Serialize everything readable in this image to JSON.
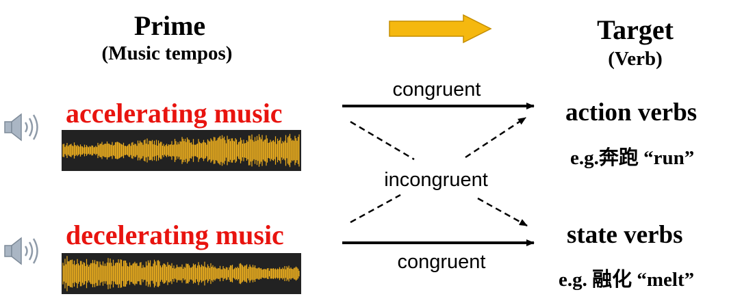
{
  "prime": {
    "title": "Prime",
    "subtitle": "(Music tempos)"
  },
  "target": {
    "title": "Target",
    "subtitle": "(Verb)"
  },
  "music": {
    "accelerating": "accelerating music",
    "decelerating": "decelerating music"
  },
  "verbs": {
    "action": {
      "label": "action verbs",
      "example": "e.g.奔跑 “run”"
    },
    "state": {
      "label": "state verbs",
      "example": "e.g. 融化 “melt”"
    }
  },
  "relations": {
    "top": "congruent",
    "middle": "incongruent",
    "bottom": "congruent"
  },
  "icons": {
    "speaker": "speaker-icon",
    "arrow": "arrow-right-icon"
  },
  "colors": {
    "music_label": "#e8140f",
    "waveform": "#f2b21e",
    "waveform_bg": "#222222",
    "flow_arrow": "#f5b80f"
  }
}
